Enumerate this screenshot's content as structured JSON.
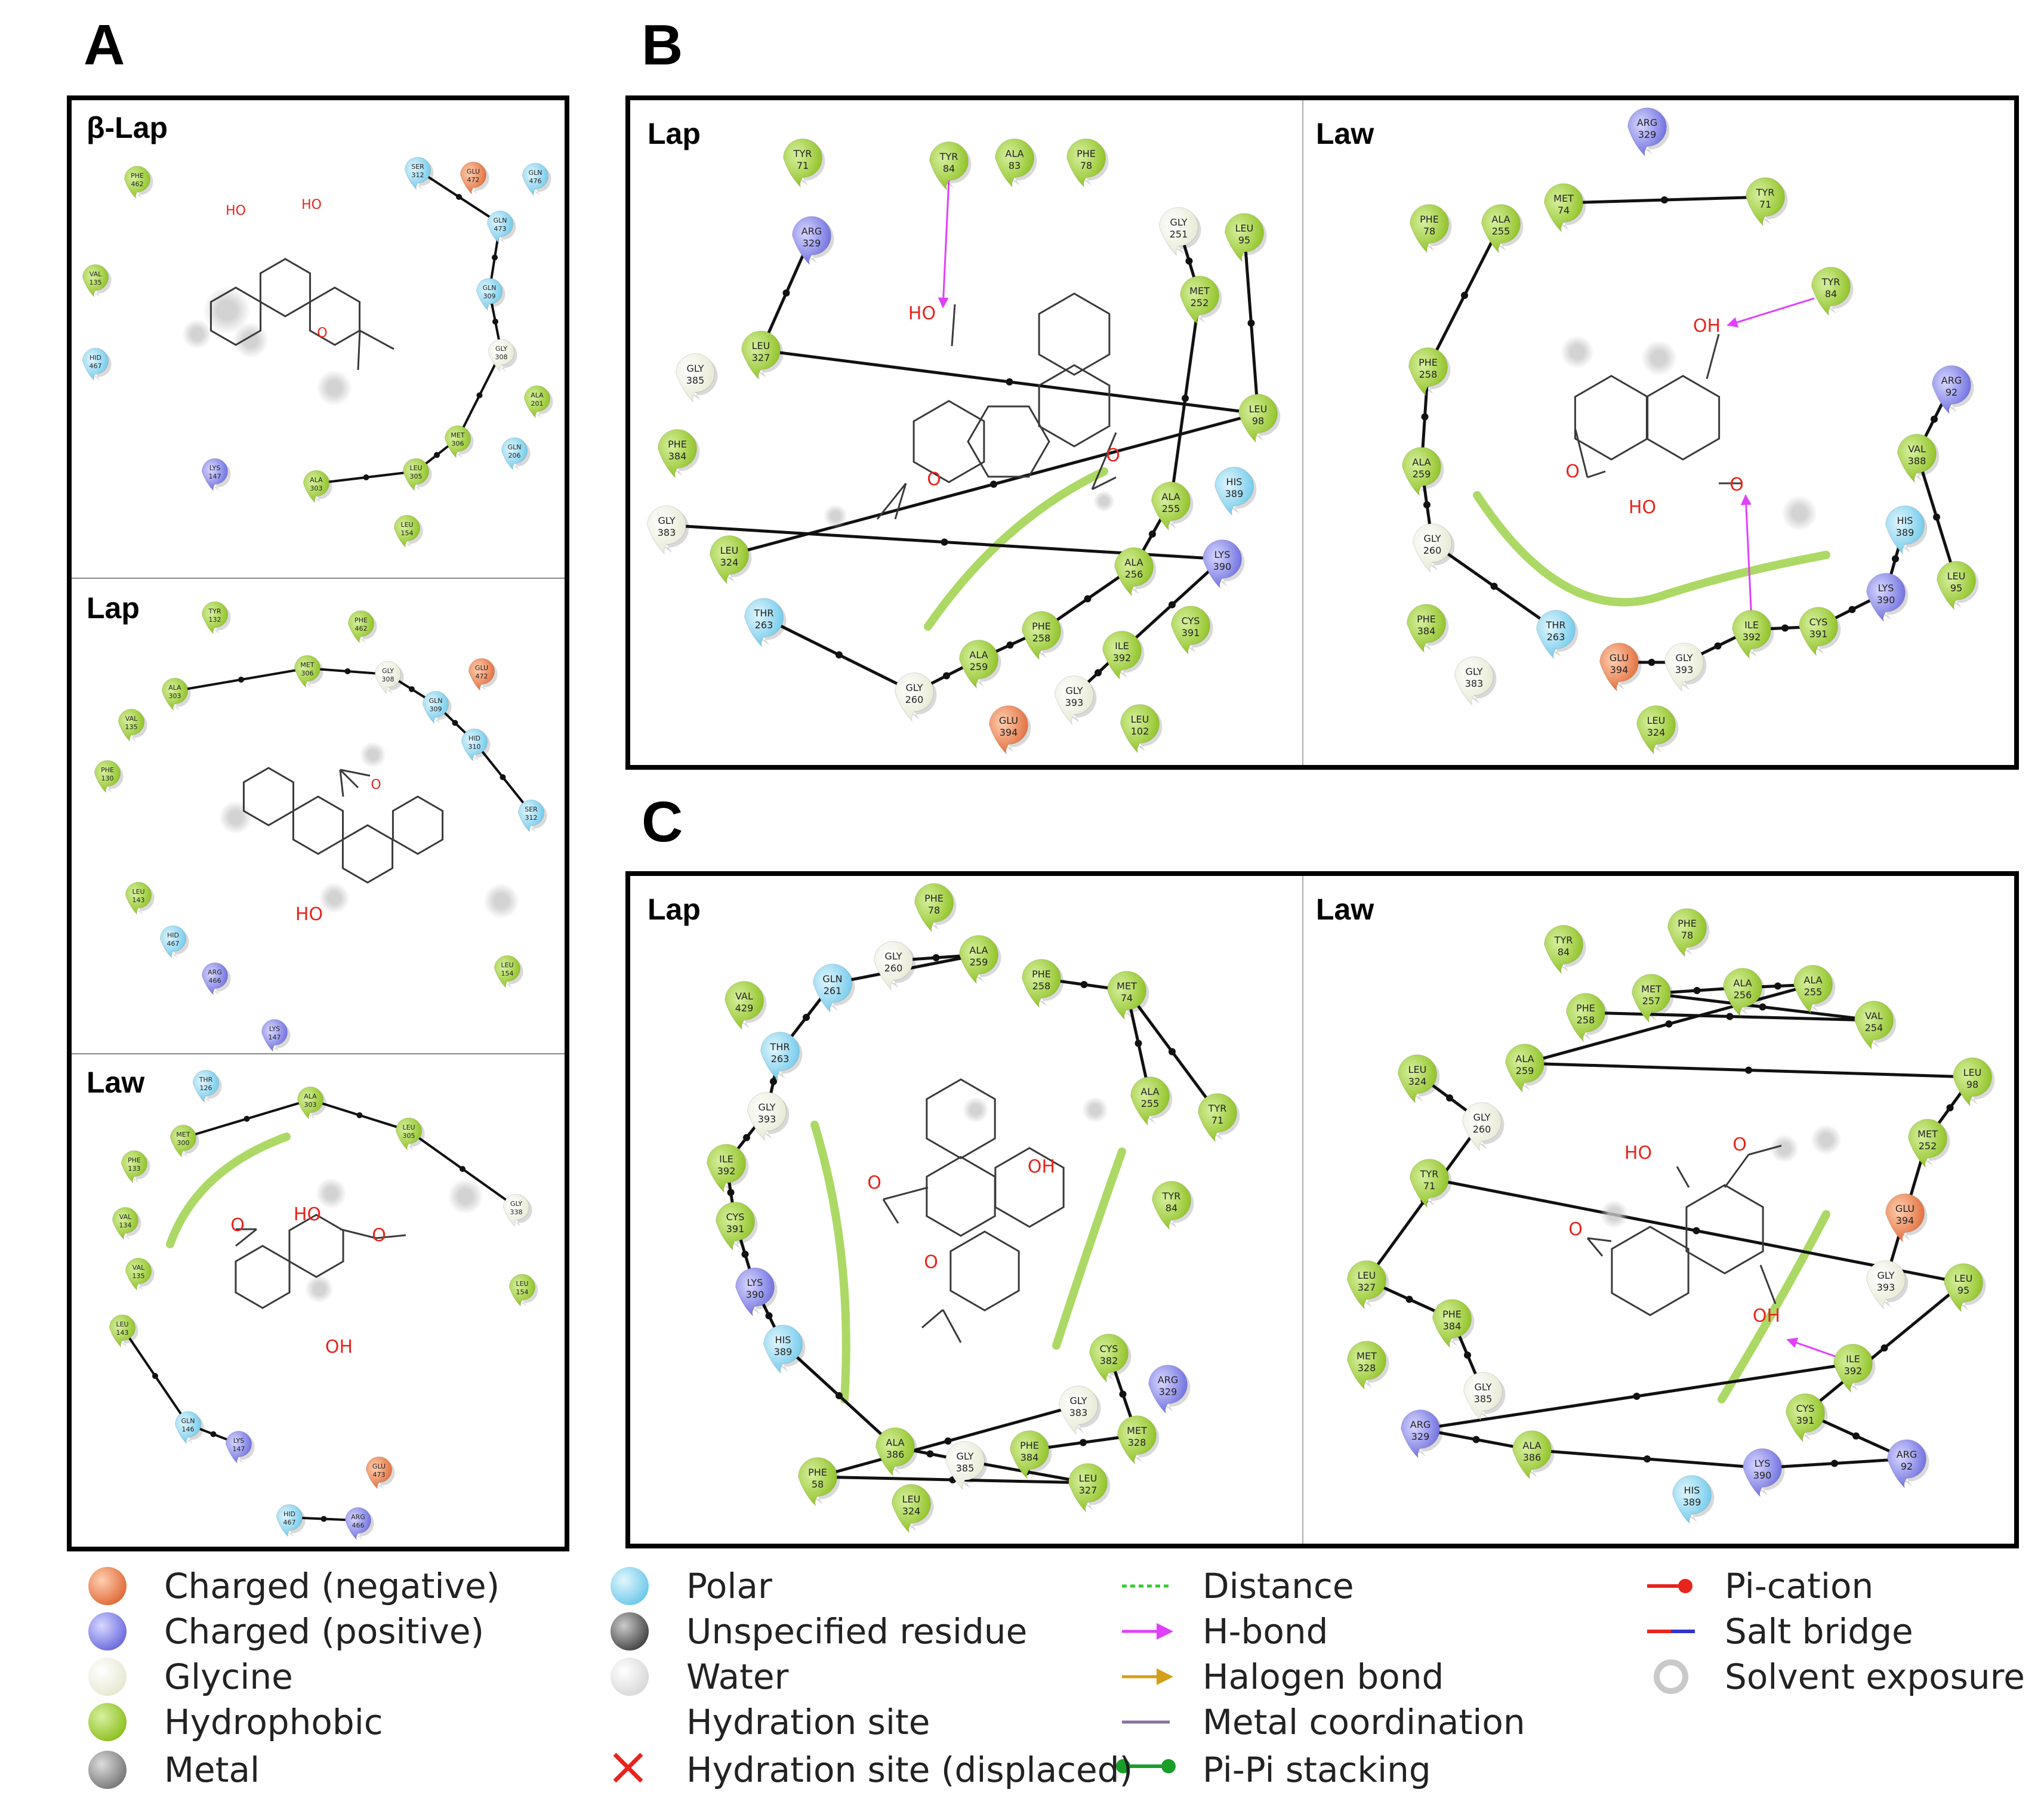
{
  "panels": {
    "A": "A",
    "B": "B",
    "C": "C"
  },
  "subpanels": {
    "a_blap": "β-Lap",
    "a_lap": "Lap",
    "a_law": "Law",
    "b_lap": "Lap",
    "b_law": "Law",
    "c_lap": "Lap",
    "c_law": "Law"
  },
  "colors": {
    "negative": "#e8774a",
    "positive": "#7f7fe6",
    "glycine": "#f5f6e6",
    "hydrophobic": "#9fd035",
    "polar": "#8dd8f0",
    "metal": "#8a8a8a",
    "hbond": "#e040fb",
    "backbone": "#000000",
    "hydrophobic_patch": "#8cc820"
  },
  "residues": {
    "a_blap": [
      {
        "n": "PHE",
        "i": "462",
        "t": "hydrophobic"
      },
      {
        "n": "VAL",
        "i": "135",
        "t": "hydrophobic"
      },
      {
        "n": "HID",
        "i": "467",
        "t": "polar"
      },
      {
        "n": "LYS",
        "i": "147",
        "t": "positive"
      },
      {
        "n": "SER",
        "i": "312",
        "t": "polar"
      },
      {
        "n": "GLU",
        "i": "472",
        "t": "negative"
      },
      {
        "n": "GLN",
        "i": "476",
        "t": "polar"
      },
      {
        "n": "GLN",
        "i": "473",
        "t": "polar"
      },
      {
        "n": "GLN",
        "i": "309",
        "t": "polar"
      },
      {
        "n": "GLY",
        "i": "308",
        "t": "glycine"
      },
      {
        "n": "ALA",
        "i": "201",
        "t": "hydrophobic"
      },
      {
        "n": "MET",
        "i": "306",
        "t": "hydrophobic"
      },
      {
        "n": "GLN",
        "i": "206",
        "t": "polar"
      },
      {
        "n": "LEU",
        "i": "305",
        "t": "hydrophobic"
      },
      {
        "n": "ALA",
        "i": "303",
        "t": "hydrophobic"
      },
      {
        "n": "LEU",
        "i": "154",
        "t": "hydrophobic"
      }
    ],
    "a_lap": [
      {
        "n": "TYR",
        "i": "132",
        "t": "hydrophobic"
      },
      {
        "n": "PHE",
        "i": "462",
        "t": "hydrophobic"
      },
      {
        "n": "ALA",
        "i": "303",
        "t": "hydrophobic"
      },
      {
        "n": "MET",
        "i": "306",
        "t": "hydrophobic"
      },
      {
        "n": "GLY",
        "i": "308",
        "t": "glycine"
      },
      {
        "n": "GLU",
        "i": "472",
        "t": "negative"
      },
      {
        "n": "VAL",
        "i": "135",
        "t": "hydrophobic"
      },
      {
        "n": "GLN",
        "i": "309",
        "t": "polar"
      },
      {
        "n": "HID",
        "i": "310",
        "t": "polar"
      },
      {
        "n": "PHE",
        "i": "130",
        "t": "hydrophobic"
      },
      {
        "n": "SER",
        "i": "312",
        "t": "polar"
      },
      {
        "n": "LEU",
        "i": "143",
        "t": "hydrophobic"
      },
      {
        "n": "HID",
        "i": "467",
        "t": "polar"
      },
      {
        "n": "ARG",
        "i": "466",
        "t": "positive"
      },
      {
        "n": "LEU",
        "i": "154",
        "t": "hydrophobic"
      },
      {
        "n": "LYS",
        "i": "147",
        "t": "positive"
      }
    ],
    "a_law": [
      {
        "n": "THR",
        "i": "126",
        "t": "polar"
      },
      {
        "n": "ALA",
        "i": "303",
        "t": "hydrophobic"
      },
      {
        "n": "MET",
        "i": "300",
        "t": "hydrophobic"
      },
      {
        "n": "LEU",
        "i": "305",
        "t": "hydrophobic"
      },
      {
        "n": "PHE",
        "i": "133",
        "t": "hydrophobic"
      },
      {
        "n": "GLY",
        "i": "338",
        "t": "glycine"
      },
      {
        "n": "VAL",
        "i": "134",
        "t": "hydrophobic"
      },
      {
        "n": "VAL",
        "i": "135",
        "t": "hydrophobic"
      },
      {
        "n": "LEU",
        "i": "154",
        "t": "hydrophobic"
      },
      {
        "n": "LEU",
        "i": "143",
        "t": "hydrophobic"
      },
      {
        "n": "GLN",
        "i": "146",
        "t": "polar"
      },
      {
        "n": "LYS",
        "i": "147",
        "t": "positive"
      },
      {
        "n": "GLU",
        "i": "473",
        "t": "negative"
      },
      {
        "n": "HID",
        "i": "467",
        "t": "polar"
      },
      {
        "n": "ARG",
        "i": "466",
        "t": "positive"
      }
    ],
    "b_lap": [
      {
        "n": "TYR",
        "i": "71",
        "t": "hydrophobic"
      },
      {
        "n": "TYR",
        "i": "84",
        "t": "hydrophobic"
      },
      {
        "n": "ALA",
        "i": "83",
        "t": "hydrophobic"
      },
      {
        "n": "PHE",
        "i": "78",
        "t": "hydrophobic"
      },
      {
        "n": "ARG",
        "i": "329",
        "t": "positive"
      },
      {
        "n": "GLY",
        "i": "251",
        "t": "glycine"
      },
      {
        "n": "LEU",
        "i": "95",
        "t": "hydrophobic"
      },
      {
        "n": "MET",
        "i": "252",
        "t": "hydrophobic"
      },
      {
        "n": "LEU",
        "i": "327",
        "t": "hydrophobic"
      },
      {
        "n": "GLY",
        "i": "385",
        "t": "glycine"
      },
      {
        "n": "PHE",
        "i": "384",
        "t": "hydrophobic"
      },
      {
        "n": "LEU",
        "i": "98",
        "t": "hydrophobic"
      },
      {
        "n": "GLY",
        "i": "383",
        "t": "glycine"
      },
      {
        "n": "HIS",
        "i": "389",
        "t": "polar"
      },
      {
        "n": "ALA",
        "i": "255",
        "t": "hydrophobic"
      },
      {
        "n": "LEU",
        "i": "324",
        "t": "hydrophobic"
      },
      {
        "n": "LYS",
        "i": "390",
        "t": "positive"
      },
      {
        "n": "ALA",
        "i": "256",
        "t": "hydrophobic"
      },
      {
        "n": "THR",
        "i": "263",
        "t": "polar"
      },
      {
        "n": "CYS",
        "i": "391",
        "t": "hydrophobic"
      },
      {
        "n": "PHE",
        "i": "258",
        "t": "hydrophobic"
      },
      {
        "n": "ILE",
        "i": "392",
        "t": "hydrophobic"
      },
      {
        "n": "ALA",
        "i": "259",
        "t": "hydrophobic"
      },
      {
        "n": "GLY",
        "i": "260",
        "t": "glycine"
      },
      {
        "n": "GLY",
        "i": "393",
        "t": "glycine"
      },
      {
        "n": "GLU",
        "i": "394",
        "t": "negative"
      },
      {
        "n": "LEU",
        "i": "102",
        "t": "hydrophobic"
      }
    ],
    "b_law": [
      {
        "n": "ARG",
        "i": "329",
        "t": "positive"
      },
      {
        "n": "MET",
        "i": "74",
        "t": "hydrophobic"
      },
      {
        "n": "TYR",
        "i": "71",
        "t": "hydrophobic"
      },
      {
        "n": "PHE",
        "i": "78",
        "t": "hydrophobic"
      },
      {
        "n": "ALA",
        "i": "255",
        "t": "hydrophobic"
      },
      {
        "n": "TYR",
        "i": "84",
        "t": "hydrophobic"
      },
      {
        "n": "PHE",
        "i": "258",
        "t": "hydrophobic"
      },
      {
        "n": "ARG",
        "i": "92",
        "t": "positive"
      },
      {
        "n": "ALA",
        "i": "259",
        "t": "hydrophobic"
      },
      {
        "n": "VAL",
        "i": "388",
        "t": "hydrophobic"
      },
      {
        "n": "HIS",
        "i": "389",
        "t": "polar"
      },
      {
        "n": "GLY",
        "i": "260",
        "t": "glycine"
      },
      {
        "n": "LEU",
        "i": "95",
        "t": "hydrophobic"
      },
      {
        "n": "LYS",
        "i": "390",
        "t": "positive"
      },
      {
        "n": "PHE",
        "i": "384",
        "t": "hydrophobic"
      },
      {
        "n": "THR",
        "i": "263",
        "t": "polar"
      },
      {
        "n": "ILE",
        "i": "392",
        "t": "hydrophobic"
      },
      {
        "n": "CYS",
        "i": "391",
        "t": "hydrophobic"
      },
      {
        "n": "GLY",
        "i": "383",
        "t": "glycine"
      },
      {
        "n": "GLU",
        "i": "394",
        "t": "negative"
      },
      {
        "n": "GLY",
        "i": "393",
        "t": "glycine"
      },
      {
        "n": "LEU",
        "i": "324",
        "t": "hydrophobic"
      }
    ],
    "c_lap": [
      {
        "n": "PHE",
        "i": "78",
        "t": "hydrophobic"
      },
      {
        "n": "GLY",
        "i": "260",
        "t": "glycine"
      },
      {
        "n": "ALA",
        "i": "259",
        "t": "hydrophobic"
      },
      {
        "n": "GLN",
        "i": "261",
        "t": "polar"
      },
      {
        "n": "PHE",
        "i": "258",
        "t": "hydrophobic"
      },
      {
        "n": "MET",
        "i": "74",
        "t": "hydrophobic"
      },
      {
        "n": "VAL",
        "i": "429",
        "t": "hydrophobic"
      },
      {
        "n": "THR",
        "i": "263",
        "t": "polar"
      },
      {
        "n": "ALA",
        "i": "255",
        "t": "hydrophobic"
      },
      {
        "n": "TYR",
        "i": "71",
        "t": "hydrophobic"
      },
      {
        "n": "GLY",
        "i": "393",
        "t": "glycine"
      },
      {
        "n": "ILE",
        "i": "392",
        "t": "hydrophobic"
      },
      {
        "n": "TYR",
        "i": "84",
        "t": "hydrophobic"
      },
      {
        "n": "CYS",
        "i": "391",
        "t": "hydrophobic"
      },
      {
        "n": "LYS",
        "i": "390",
        "t": "positive"
      },
      {
        "n": "HIS",
        "i": "389",
        "t": "polar"
      },
      {
        "n": "CYS",
        "i": "382",
        "t": "hydrophobic"
      },
      {
        "n": "ARG",
        "i": "329",
        "t": "positive"
      },
      {
        "n": "GLY",
        "i": "383",
        "t": "glycine"
      },
      {
        "n": "MET",
        "i": "328",
        "t": "hydrophobic"
      },
      {
        "n": "ALA",
        "i": "386",
        "t": "hydrophobic"
      },
      {
        "n": "PHE",
        "i": "384",
        "t": "hydrophobic"
      },
      {
        "n": "GLY",
        "i": "385",
        "t": "glycine"
      },
      {
        "n": "PHE",
        "i": "58",
        "t": "hydrophobic"
      },
      {
        "n": "LEU",
        "i": "327",
        "t": "hydrophobic"
      },
      {
        "n": "LEU",
        "i": "324",
        "t": "hydrophobic"
      }
    ],
    "c_law": [
      {
        "n": "PHE",
        "i": "78",
        "t": "hydrophobic"
      },
      {
        "n": "TYR",
        "i": "84",
        "t": "hydrophobic"
      },
      {
        "n": "MET",
        "i": "257",
        "t": "hydrophobic"
      },
      {
        "n": "ALA",
        "i": "256",
        "t": "hydrophobic"
      },
      {
        "n": "ALA",
        "i": "255",
        "t": "hydrophobic"
      },
      {
        "n": "PHE",
        "i": "258",
        "t": "hydrophobic"
      },
      {
        "n": "VAL",
        "i": "254",
        "t": "hydrophobic"
      },
      {
        "n": "ALA",
        "i": "259",
        "t": "hydrophobic"
      },
      {
        "n": "LEU",
        "i": "324",
        "t": "hydrophobic"
      },
      {
        "n": "LEU",
        "i": "98",
        "t": "hydrophobic"
      },
      {
        "n": "GLY",
        "i": "260",
        "t": "glycine"
      },
      {
        "n": "MET",
        "i": "252",
        "t": "hydrophobic"
      },
      {
        "n": "TYR",
        "i": "71",
        "t": "hydrophobic"
      },
      {
        "n": "GLU",
        "i": "394",
        "t": "negative"
      },
      {
        "n": "LEU",
        "i": "327",
        "t": "hydrophobic"
      },
      {
        "n": "GLY",
        "i": "393",
        "t": "glycine"
      },
      {
        "n": "LEU",
        "i": "95",
        "t": "hydrophobic"
      },
      {
        "n": "PHE",
        "i": "384",
        "t": "hydrophobic"
      },
      {
        "n": "MET",
        "i": "328",
        "t": "hydrophobic"
      },
      {
        "n": "ILE",
        "i": "392",
        "t": "hydrophobic"
      },
      {
        "n": "GLY",
        "i": "385",
        "t": "glycine"
      },
      {
        "n": "CYS",
        "i": "391",
        "t": "hydrophobic"
      },
      {
        "n": "ARG",
        "i": "329",
        "t": "positive"
      },
      {
        "n": "ALA",
        "i": "386",
        "t": "hydrophobic"
      },
      {
        "n": "LYS",
        "i": "390",
        "t": "positive"
      },
      {
        "n": "ARG",
        "i": "92",
        "t": "positive"
      },
      {
        "n": "HIS",
        "i": "389",
        "t": "polar"
      }
    ]
  },
  "ligand_atoms": {
    "ho": "HO",
    "oh": "OH",
    "o": "O"
  },
  "legend": {
    "col1": [
      "Charged (negative)",
      "Charged (positive)",
      "Glycine",
      "Hydrophobic",
      "Metal"
    ],
    "col2": [
      "Polar",
      "Unspecified residue",
      "Water",
      "Hydration site",
      "Hydration site (displaced)"
    ],
    "col3": [
      "Distance",
      "H-bond",
      "Halogen bond",
      "Metal coordination",
      "Pi-Pi stacking"
    ],
    "col4": [
      "Pi-cation",
      "Salt bridge",
      "Solvent exposure"
    ]
  }
}
